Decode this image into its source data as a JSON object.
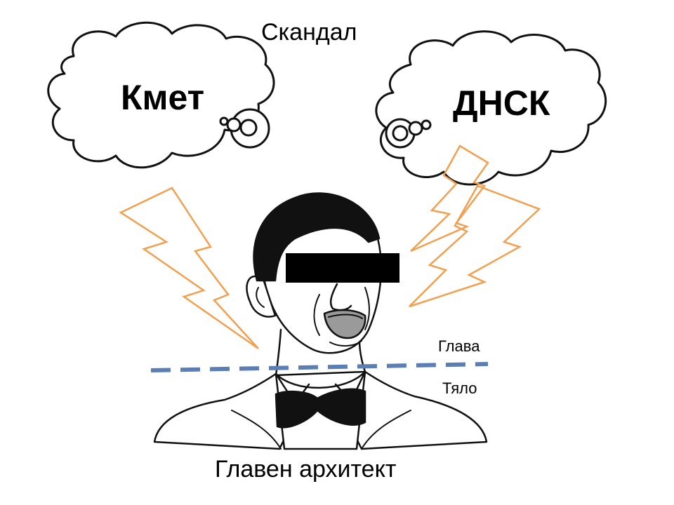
{
  "title": "Скандал",
  "clouds": {
    "left": "Кмет",
    "right": "ДНСК"
  },
  "divider": {
    "upper_label": "Глава",
    "lower_label": "Тяло",
    "color": "#5b7fb5"
  },
  "lightning_color": "#f0a050",
  "caption": "Главен архитект"
}
